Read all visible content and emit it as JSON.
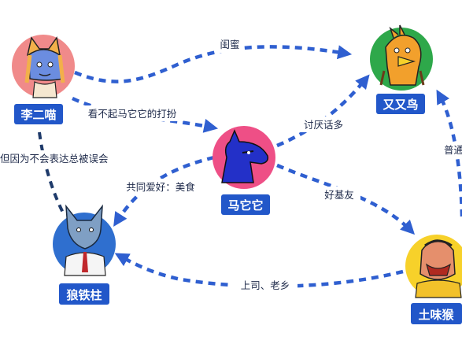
{
  "nodes": {
    "limiao": {
      "label": "李二喵",
      "bg": "#f08a8a"
    },
    "youyou": {
      "label": "又又鸟",
      "bg": "#2ea84a"
    },
    "matuotuo": {
      "label": "马它它",
      "bg": "#ee4f86"
    },
    "langtiezhu": {
      "label": "狼铁柱",
      "bg": "#2f6fcf"
    },
    "tuweihou": {
      "label": "土味猴",
      "bg": "#f7d12a"
    }
  },
  "edges": {
    "limiao_youyou": "闺蜜",
    "limiao_matuotuo": "看不起马它它的打扮",
    "limiao_langtiezhu": "但因为不会表达总被误会",
    "matuotuo_youyou": "讨厌话多",
    "matuotuo_langtiezhu": "共同爱好：美食",
    "matuotuo_tuweihou": "好基友",
    "tuweihou_langtiezhu": "上司、老乡",
    "tuweihou_youyou": "普通"
  },
  "colors": {
    "edge": "#2f5fd0",
    "label_box": "#2257c9"
  }
}
